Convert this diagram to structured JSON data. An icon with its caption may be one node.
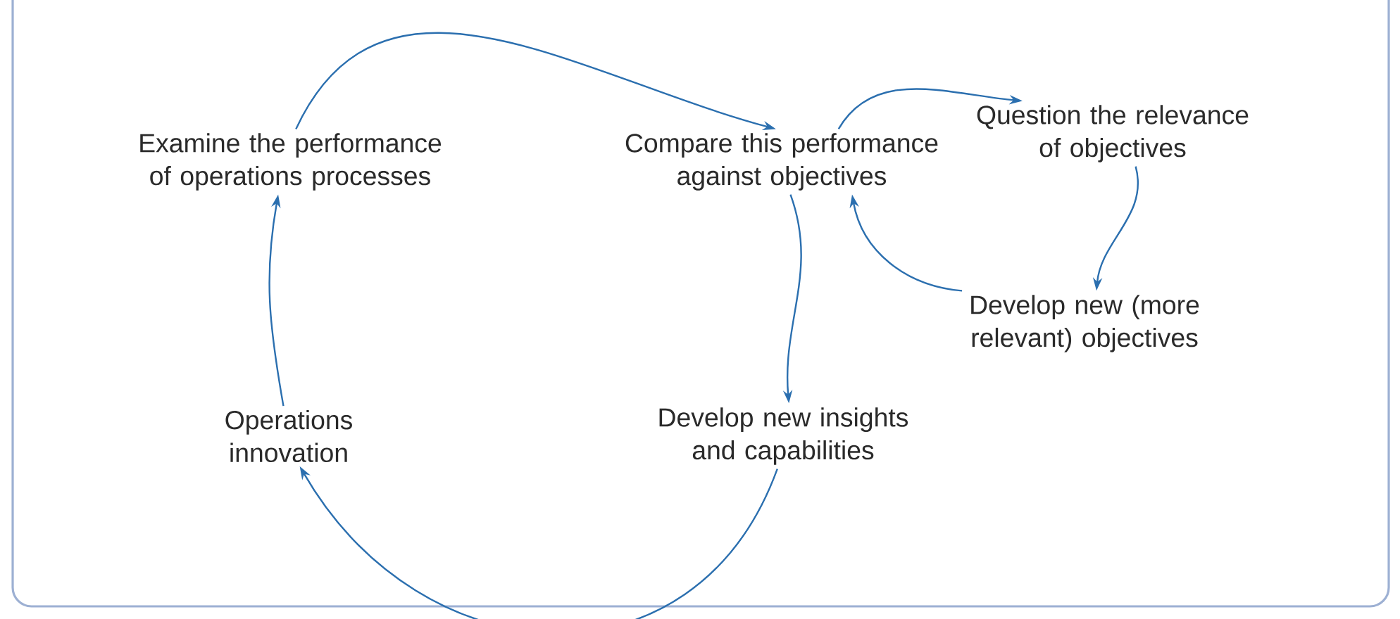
{
  "diagram": {
    "nodes": [
      {
        "text": [
          "Examine the performance of operations processes"
        ]
      },
      {
        "text": [
          "Compare this performance against objectives"
        ]
      },
      {
        "text": [
          "Question the relevance of objectives"
        ]
      },
      {
        "text": [
          "Develop new (more relevant) objectives"
        ]
      },
      {
        "text": [
          "Develop new insights and capabilities"
        ]
      },
      {
        "text": [
          "Operations innovation"
        ]
      }
    ],
    "edges": [
      {
        "from": 0,
        "to": 1,
        "arrow": "to"
      },
      {
        "from": 1,
        "to": 4,
        "arrow": "to"
      },
      {
        "from": 4,
        "to": 5,
        "arrow": "to"
      },
      {
        "from": 5,
        "to": 0,
        "arrow": "to"
      },
      {
        "from": 1,
        "to": 2,
        "arrow": "to"
      },
      {
        "from": 2,
        "to": 3,
        "arrow": "to"
      },
      {
        "from": 3,
        "to": 1,
        "arrow": "to"
      }
    ]
  }
}
